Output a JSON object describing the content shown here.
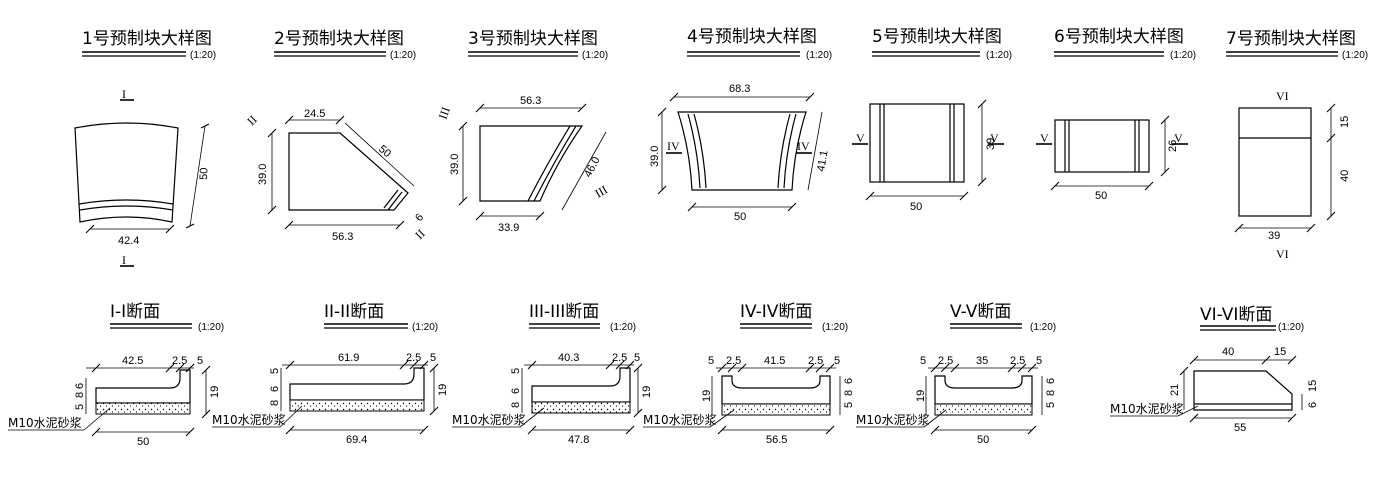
{
  "scale": "(1:20)",
  "mortar_label": "M10水泥砂浆",
  "plans": [
    {
      "title": "1号预制块大样图",
      "dims": [
        "50",
        "42.4"
      ],
      "marks": [
        "I",
        "I"
      ]
    },
    {
      "title": "2号预制块大样图",
      "dims": [
        "24.5",
        "50",
        "39.0",
        "56.3",
        "6"
      ],
      "marks": [
        "II",
        "II"
      ]
    },
    {
      "title": "3号预制块大样图",
      "dims": [
        "56.3",
        "39.0",
        "46.0",
        "33.9"
      ],
      "marks": [
        "III",
        "III"
      ]
    },
    {
      "title": "4号预制块大样图",
      "dims": [
        "68.3",
        "39.0",
        "41.1",
        "50"
      ],
      "marks": [
        "IV",
        "IV"
      ]
    },
    {
      "title": "5号预制块大样图",
      "dims": [
        "39",
        "50"
      ],
      "marks": [
        "V",
        "V"
      ]
    },
    {
      "title": "6号预制块大样图",
      "dims": [
        "26",
        "50"
      ],
      "marks": [
        "V",
        "V"
      ]
    },
    {
      "title": "7号预制块大样图",
      "dims": [
        "15",
        "40",
        "39"
      ],
      "marks": [
        "VI",
        "VI"
      ]
    }
  ],
  "sections": [
    {
      "title": "I-I断面",
      "top": [
        "42.5",
        "2.5",
        "5"
      ],
      "right": "19",
      "left": [
        "6",
        "8",
        "5"
      ],
      "bottom": "50"
    },
    {
      "title": "II-II断面",
      "top": [
        "61.9",
        "2.5",
        "5"
      ],
      "right": "19",
      "left": [
        "5",
        "6",
        "8"
      ],
      "bottom": "69.4"
    },
    {
      "title": "III-III断面",
      "top": [
        "40.3",
        "2.5",
        "5"
      ],
      "right": "19",
      "left": [
        "5",
        "6",
        "8"
      ],
      "bottom": "47.8"
    },
    {
      "title": "IV-IV断面",
      "top": [
        "5",
        "2.5",
        "41.5",
        "2.5",
        "5"
      ],
      "right": [
        "6",
        "8",
        "5"
      ],
      "left": "19",
      "bottom": "56.5"
    },
    {
      "title": "V-V断面",
      "top": [
        "5",
        "2.5",
        "35",
        "2.5",
        "5"
      ],
      "right": [
        "6",
        "8",
        "5"
      ],
      "left": "19",
      "bottom": "50"
    },
    {
      "title": "VI-VI断面",
      "top": [
        "40",
        "15"
      ],
      "right": [
        "15",
        "6"
      ],
      "left": "21",
      "bottom": "55"
    }
  ]
}
